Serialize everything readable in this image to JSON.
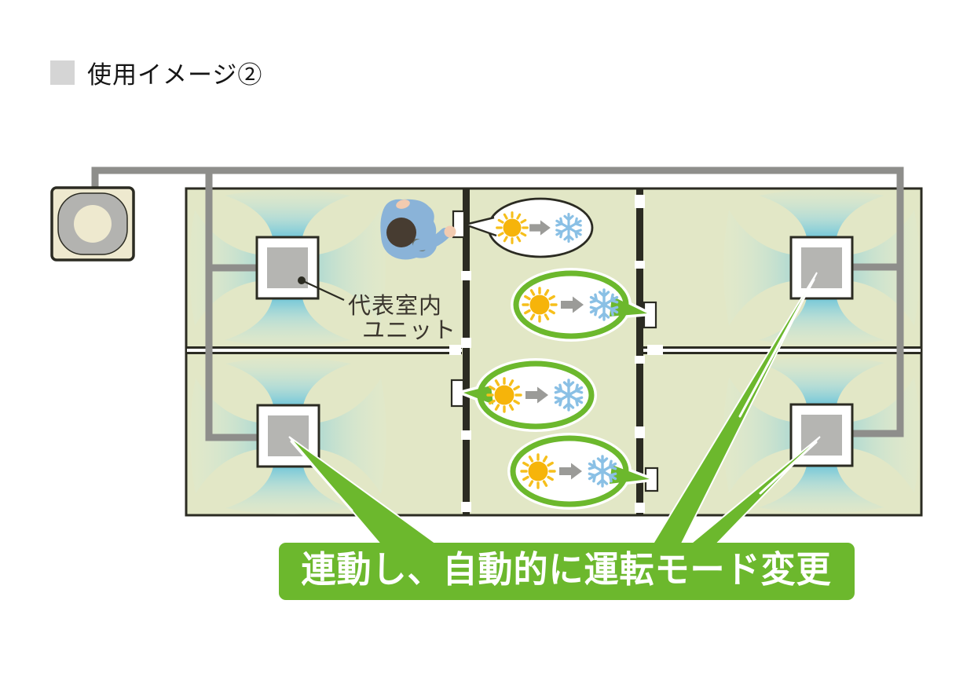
{
  "header": {
    "title": "使用イメージ②"
  },
  "diagram": {
    "representative_unit_label": {
      "line1": "代表室内",
      "line2": "ユニット"
    },
    "banner": {
      "text": "連動し、自動的に運転モード変更"
    },
    "mode_bubbles": [
      {
        "position": "top",
        "outline": "dark",
        "icons": [
          "sun-icon",
          "arrow-right-icon",
          "snowflake-icon"
        ]
      },
      {
        "position": "upper-middle",
        "outline": "green",
        "icons": [
          "sun-icon",
          "arrow-right-icon",
          "snowflake-icon"
        ]
      },
      {
        "position": "lower-middle",
        "outline": "green",
        "icons": [
          "sun-icon",
          "arrow-right-icon",
          "snowflake-icon"
        ]
      },
      {
        "position": "bottom",
        "outline": "green",
        "icons": [
          "sun-icon",
          "arrow-right-icon",
          "snowflake-icon"
        ]
      }
    ],
    "colors": {
      "room_fill": "#e2e7c6",
      "wall": "#2b2b22",
      "pipe": "#8e8e8b",
      "accent_green": "#6cb82d",
      "airflow_blue": "#55bcd9",
      "sun_yellow": "#f6b40a",
      "snowflake_blue": "#8ac0e5",
      "arrow_gray": "#9b9b98",
      "unit_gray": "#b5b5b2",
      "header_bullet_gray": "#d5d5d5"
    }
  }
}
